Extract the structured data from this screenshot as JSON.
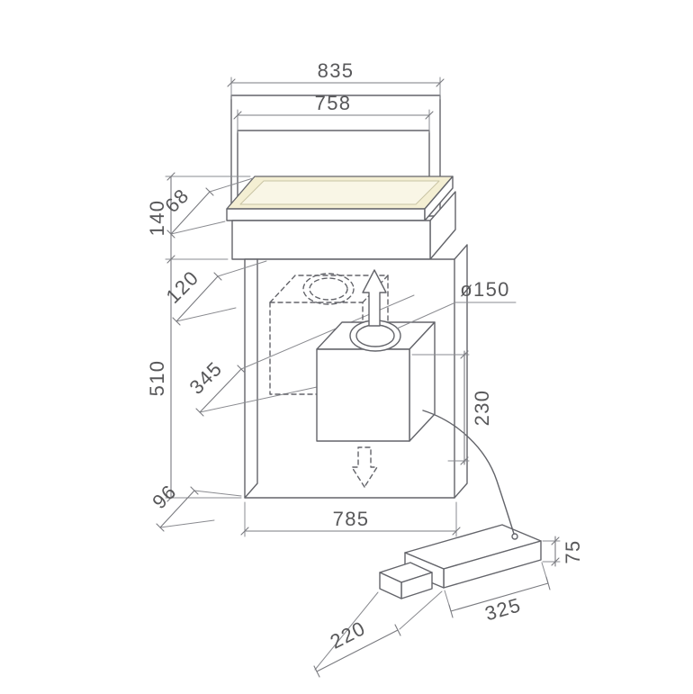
{
  "diagram": {
    "subject": "downdraft hood with remote blower - dimension drawing",
    "colors": {
      "line": "#63646a",
      "label": "#58585a",
      "glass_fill": "#f4efd3",
      "background": "#ffffff"
    },
    "labels": {
      "overall_width": "835",
      "glass_width": "758",
      "top_section_height": "140",
      "strip_depth": "68",
      "body_depth": "120",
      "panel_height": "510",
      "motor_offset": "345",
      "panel_thickness": "96",
      "panel_width": "785",
      "duct_diameter": "ø150",
      "duct_height": "230",
      "blower_width": "325",
      "blower_depth": "220",
      "blower_height": "75"
    }
  }
}
